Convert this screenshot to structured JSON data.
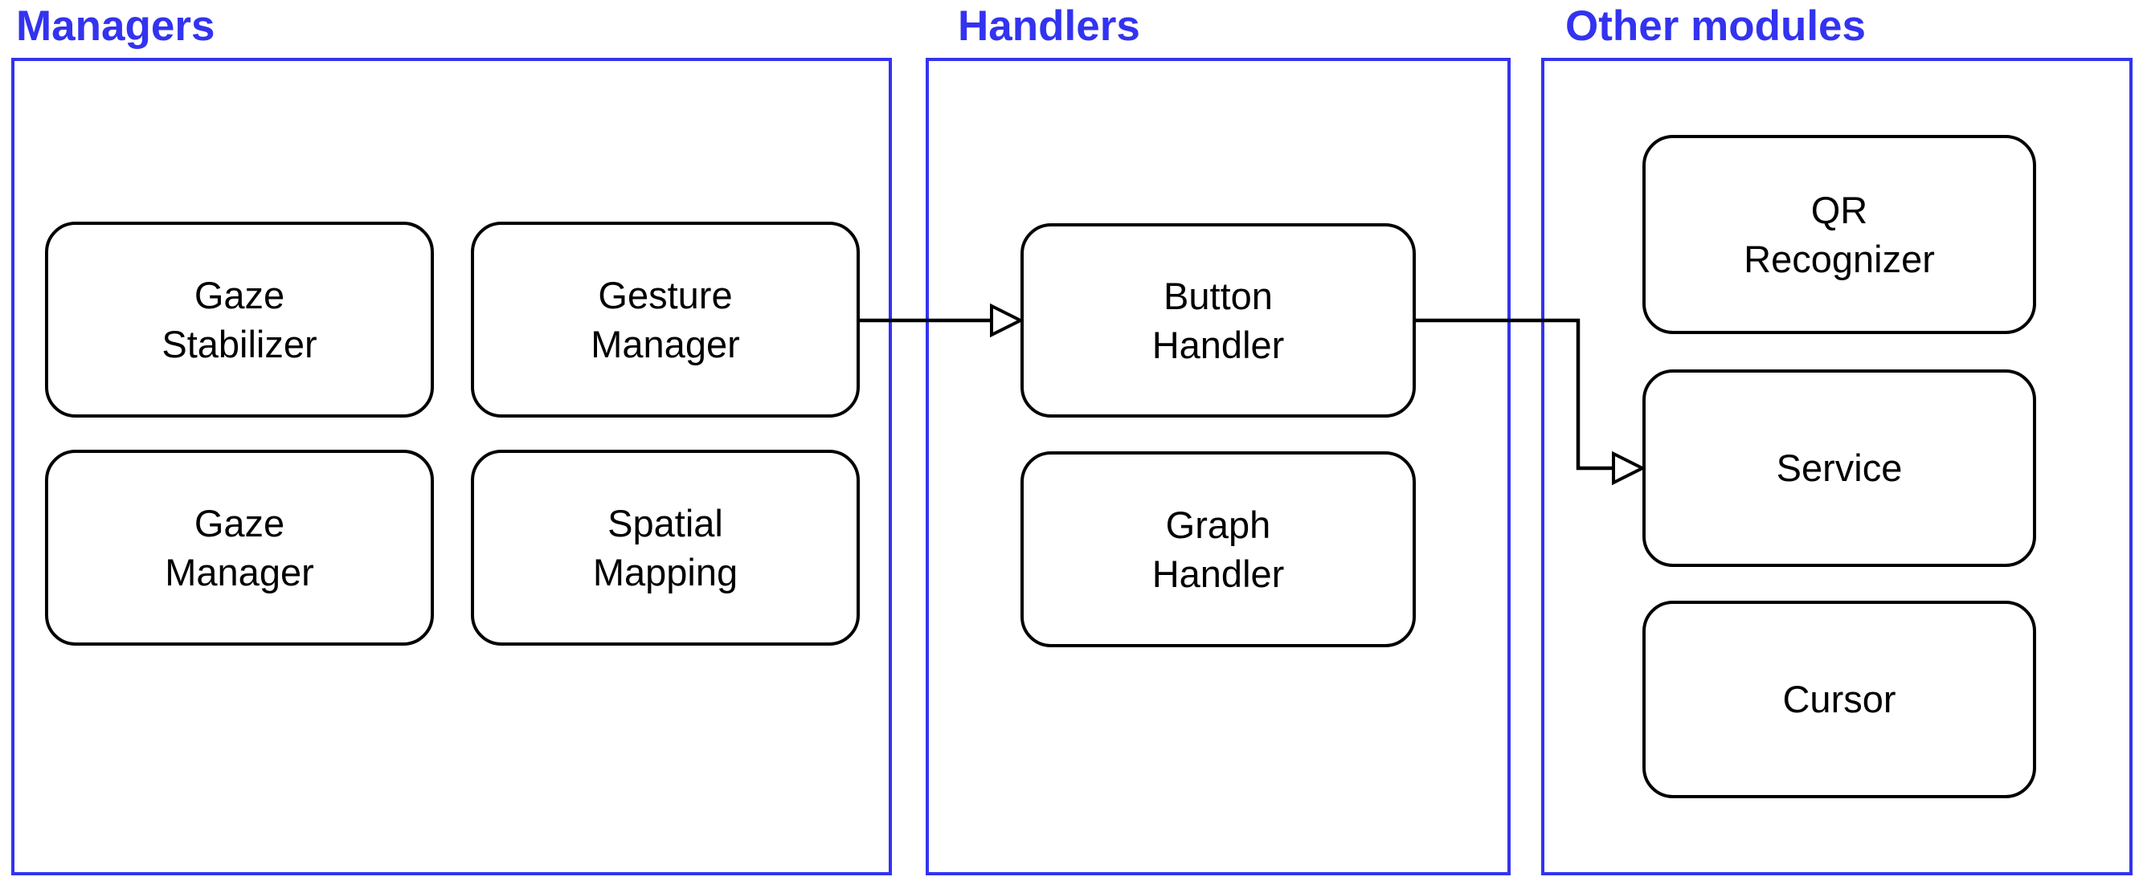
{
  "diagram": {
    "sections": [
      {
        "label": "Managers",
        "nodes": [
          {
            "name": "gaze-stabilizer",
            "lines": [
              "Gaze",
              "Stabilizer"
            ]
          },
          {
            "name": "gesture-manager",
            "lines": [
              "Gesture",
              "Manager"
            ]
          },
          {
            "name": "gaze-manager",
            "lines": [
              "Gaze",
              "Manager"
            ]
          },
          {
            "name": "spatial-mapping",
            "lines": [
              "Spatial",
              "Mapping"
            ]
          }
        ]
      },
      {
        "label": "Handlers",
        "nodes": [
          {
            "name": "button-handler",
            "lines": [
              "Button",
              "Handler"
            ]
          },
          {
            "name": "graph-handler",
            "lines": [
              "Graph",
              "Handler"
            ]
          }
        ]
      },
      {
        "label": "Other modules",
        "nodes": [
          {
            "name": "qr-recognizer",
            "lines": [
              "QR",
              "Recognizer"
            ]
          },
          {
            "name": "service",
            "lines": [
              "Service"
            ]
          },
          {
            "name": "cursor",
            "lines": [
              "Cursor"
            ]
          }
        ]
      }
    ],
    "edges": [
      {
        "from": "Gesture Manager",
        "to": "Button Handler",
        "arrowhead": "open-triangle"
      },
      {
        "from": "Button Handler",
        "to": "Service",
        "arrowhead": "open-triangle"
      }
    ],
    "colors": {
      "section_border": "#3333F0",
      "section_label": "#3333F0",
      "node_border": "#000000",
      "node_text": "#000000",
      "arrow": "#000000",
      "background": "#FFFFFF"
    }
  }
}
